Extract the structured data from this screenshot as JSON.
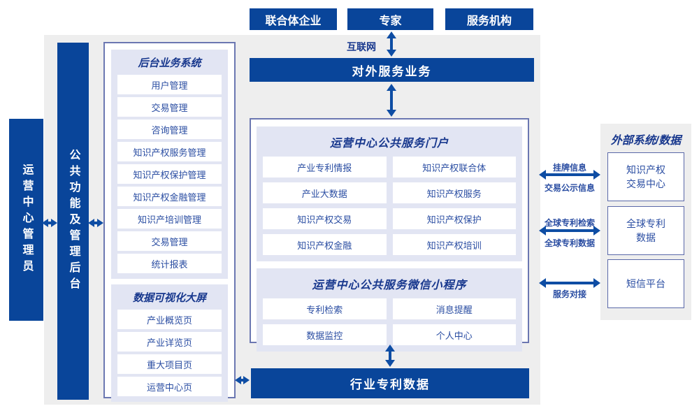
{
  "top_actors": [
    "联合体企业",
    "专家",
    "服务机构"
  ],
  "internet_label": "互联网",
  "bars": {
    "external_service": "对外服务业务",
    "industry_patent_data": "行业专利数据",
    "operation_admin": "运营中心管理员",
    "public_backend": "公共功能及管理后台"
  },
  "backend_system": {
    "title": "后台业务系统",
    "items": [
      "用户管理",
      "交易管理",
      "咨询管理",
      "知识产权服务管理",
      "知识产权保护管理",
      "知识产权金融管理",
      "知识产培训管理",
      "交易管理",
      "统计报表"
    ]
  },
  "dashboard": {
    "title": "数据可视化大屏",
    "items": [
      "产业概览页",
      "产业详览页",
      "重大项目页",
      "运营中心页"
    ]
  },
  "portal": {
    "title": "运营中心公共服务门户",
    "items": [
      "产业专利情报",
      "知识产权联合体",
      "产业大数据",
      "知识产权服务",
      "知识产权交易",
      "知识产权保护",
      "知识产权金融",
      "知识产权培训"
    ]
  },
  "miniprogram": {
    "title": "运营中心公共服务微信小程序",
    "items": [
      "专利检索",
      "消息提醒",
      "数据监控",
      "个人中心"
    ]
  },
  "external_systems": {
    "title": "外部系统/数据",
    "boxes": [
      "知识产权\n交易中心",
      "全球专利\n数据",
      "短信平台"
    ]
  },
  "link_labels": {
    "link1_top": "挂牌信息",
    "link1_bottom": "交易公示信息",
    "link2_top": "全球专利检索",
    "link2_bottom": "全球专利数据",
    "link3_bottom": "服务对接"
  },
  "colors": {
    "primary_blue": "#09459a",
    "arrow_blue": "#0e4da4",
    "text_blue": "#2a4da2",
    "header_navy": "#17378d",
    "panel_lavender": "#e2e5f3",
    "panel_gray": "#eeeeee"
  }
}
